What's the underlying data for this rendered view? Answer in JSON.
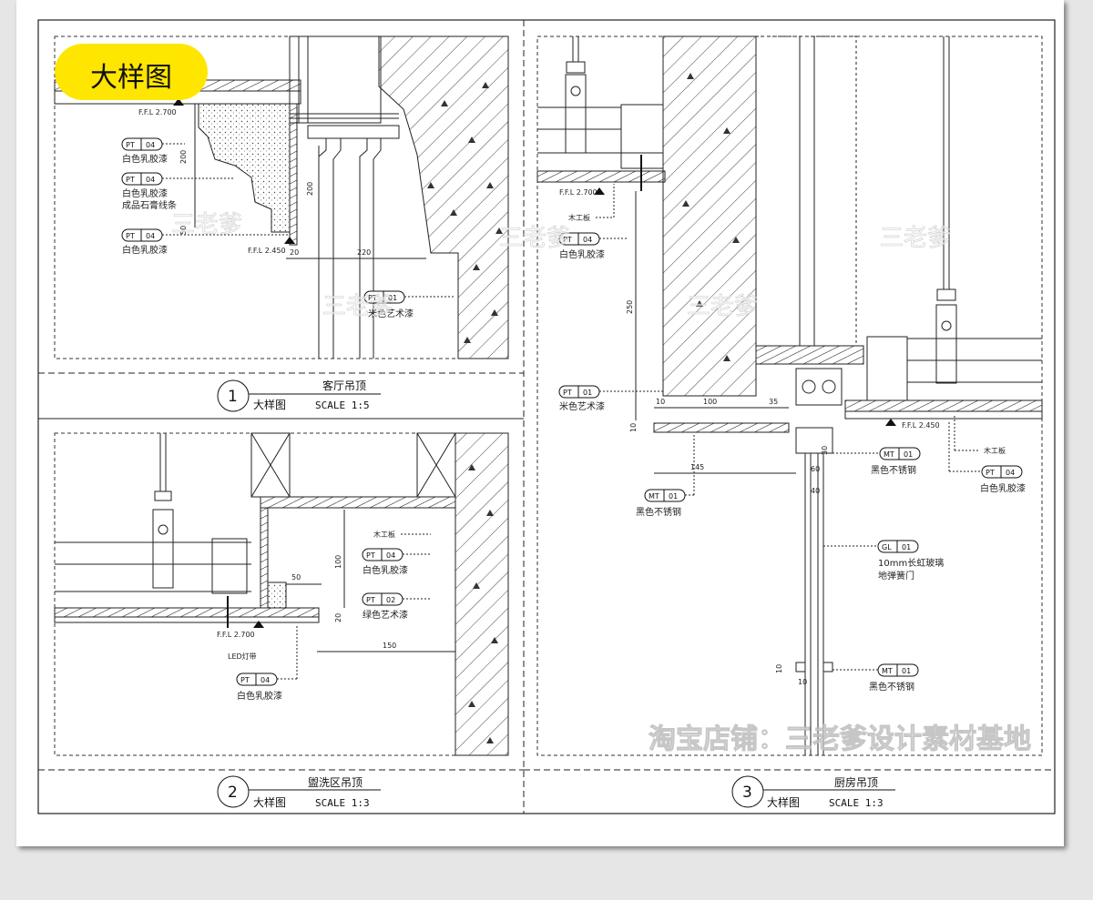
{
  "badge": {
    "label": "大样图"
  },
  "watermarks": {
    "brand": "三老爹",
    "shop": "淘宝店铺：三老爹设计素材基地"
  },
  "detail1": {
    "number": "1",
    "name": "客厅吊顶",
    "type": "大样图",
    "scale": "SCALE 1:5",
    "elev_top": "F.F.L 2.700",
    "elev_bottom": "F.F.L 2.450",
    "dims": [
      "200",
      "50",
      "200",
      "20",
      "220"
    ],
    "tags": [
      {
        "code": "PT",
        "num": "04",
        "note": "白色乳胶漆",
        "note2": ""
      },
      {
        "code": "PT",
        "num": "04",
        "note": "白色乳胶漆",
        "note2": "成品石膏线条"
      },
      {
        "code": "PT",
        "num": "04",
        "note": "白色乳胶漆",
        "note2": ""
      },
      {
        "code": "PT",
        "num": "01",
        "note": "米色艺术漆",
        "note2": ""
      }
    ]
  },
  "detail2": {
    "number": "2",
    "name": "盥洗区吊顶",
    "type": "大样图",
    "scale": "SCALE 1:3",
    "elev": "F.F.L 2.700",
    "dims": [
      "50",
      "100",
      "20",
      "150"
    ],
    "label_board": "木工板",
    "label_led": "LED灯带",
    "tags": [
      {
        "code": "PT",
        "num": "04",
        "note": "白色乳胶漆"
      },
      {
        "code": "PT",
        "num": "02",
        "note": "绿色艺术漆"
      },
      {
        "code": "PT",
        "num": "04",
        "note": "白色乳胶漆"
      }
    ]
  },
  "detail3": {
    "number": "3",
    "name": "厨房吊顶",
    "type": "大样图",
    "scale": "SCALE 1:3",
    "elev_left": "F.F.L 2.700",
    "elev_right": "F.F.L 2.450",
    "dims": [
      "250",
      "10",
      "100",
      "35",
      "10",
      "145",
      "60",
      "30",
      "40",
      "10",
      "10"
    ],
    "label_board_left": "木工板",
    "label_board_right": "木工板",
    "tags": [
      {
        "code": "PT",
        "num": "04",
        "note": "白色乳胶漆",
        "note2": ""
      },
      {
        "code": "PT",
        "num": "01",
        "note": "米色艺术漆",
        "note2": ""
      },
      {
        "code": "MT",
        "num": "01",
        "note": "黑色不锈钢",
        "note2": ""
      },
      {
        "code": "MT",
        "num": "01",
        "note": "黑色不锈钢",
        "note2": ""
      },
      {
        "code": "PT",
        "num": "04",
        "note": "白色乳胶漆",
        "note2": ""
      },
      {
        "code": "GL",
        "num": "01",
        "note": "10mm长虹玻璃",
        "note2": "地弹簧门"
      },
      {
        "code": "MT",
        "num": "01",
        "note": "黑色不锈钢",
        "note2": ""
      }
    ]
  }
}
